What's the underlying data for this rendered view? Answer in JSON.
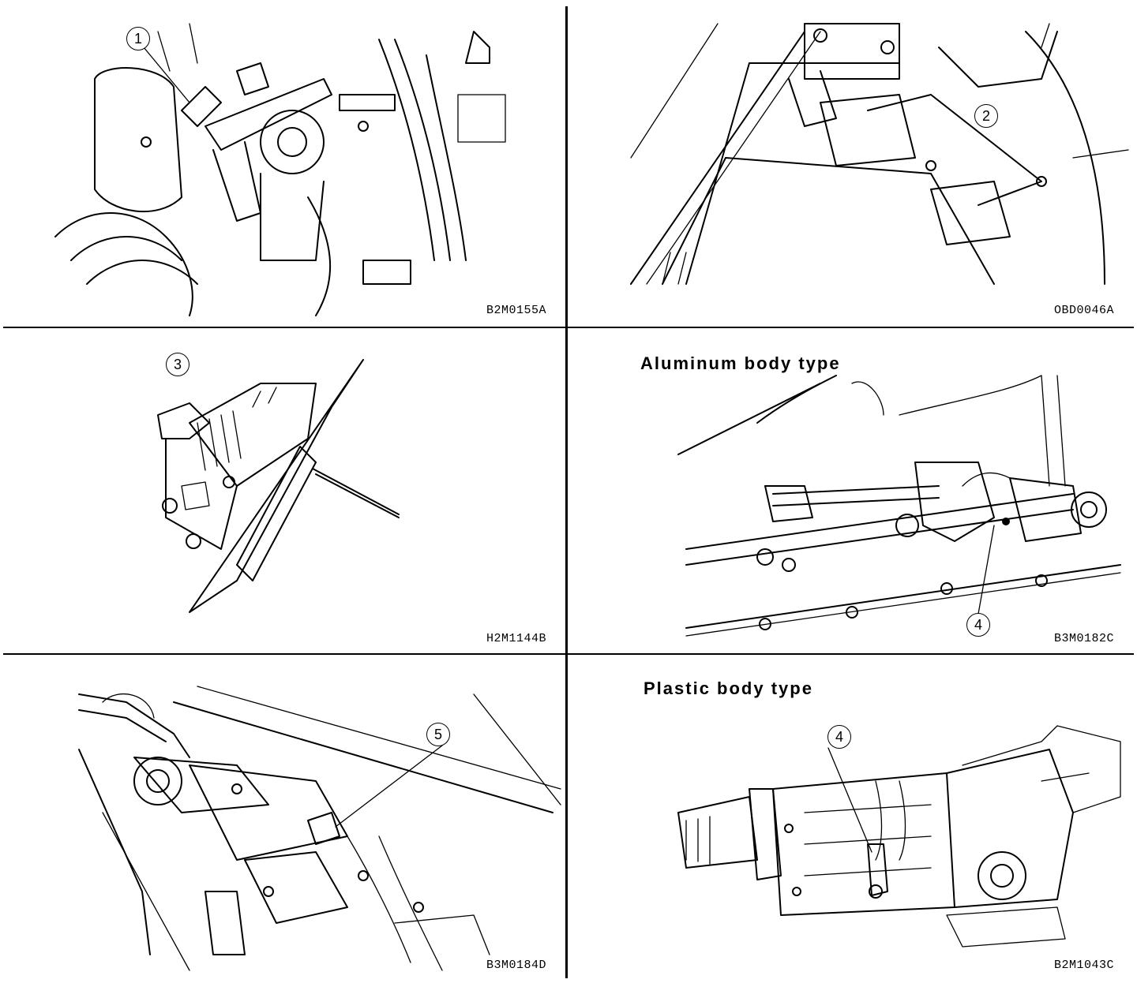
{
  "panels": [
    {
      "id": "p1",
      "callout": "1",
      "code": "B2M0155A"
    },
    {
      "id": "p2",
      "callout": "2",
      "code": "OBD0046A"
    },
    {
      "id": "p3",
      "callout": "3",
      "code": "H2M1144B"
    },
    {
      "id": "p4",
      "callout": "4",
      "code": "B3M0182C",
      "heading": "Aluminum body type"
    },
    {
      "id": "p5",
      "callout": "5",
      "code": "B3M0184D"
    },
    {
      "id": "p6",
      "callout": "4",
      "code": "B2M1043C",
      "heading": "Plastic body type"
    }
  ]
}
